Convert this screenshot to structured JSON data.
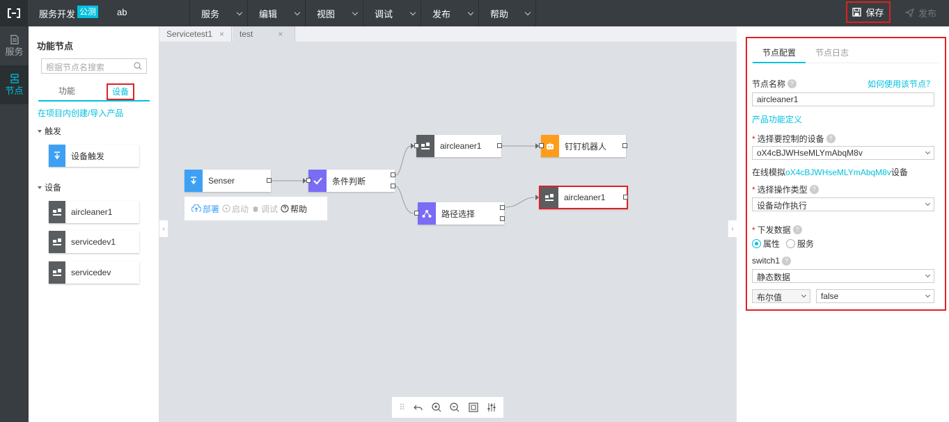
{
  "topbar": {
    "app_name": "服务开发",
    "badge": "公测",
    "project": "ab",
    "menus": [
      "服务",
      "编辑",
      "视图",
      "调试",
      "发布",
      "帮助"
    ],
    "save": "保存",
    "publish": "发布"
  },
  "sidenav": [
    {
      "label": "服务",
      "icon": "document-icon"
    },
    {
      "label": "节点",
      "icon": "node-icon"
    }
  ],
  "panel": {
    "title": "功能节点",
    "search_placeholder": "根据节点名搜索",
    "tabs": [
      "功能",
      "设备"
    ],
    "create_link": "在项目内创建/导入产品",
    "groups": [
      {
        "label": "触发",
        "items": [
          "设备触发"
        ]
      },
      {
        "label": "设备",
        "items": [
          "aircleaner1",
          "servicedev1",
          "servicedev"
        ]
      }
    ]
  },
  "editor": {
    "tabs": [
      "Servicetest1",
      "test"
    ],
    "close": "×",
    "nodes": {
      "senser": "Senser",
      "condition": "条件判断",
      "aircleaner_top": "aircleaner1",
      "dingbot": "钉钉机器人",
      "route": "路径选择",
      "aircleaner_sel": "aircleaner1"
    },
    "actions": [
      "部署",
      "启动",
      "调试",
      "帮助"
    ]
  },
  "config": {
    "tabs": [
      "节点配置",
      "节点日志"
    ],
    "node_name_label": "节点名称",
    "how_to_link": "如何使用该节点？",
    "node_name_value": "aircleaner1",
    "product_def_link": "产品功能定义",
    "device_label": "选择要控制的设备",
    "device_value": "oX4cBJWHseMLYmAbqM8v",
    "sim_prefix": "在线模拟",
    "sim_device": "oX4cBJWHseMLYmAbqM8v",
    "sim_suffix": "设备",
    "op_label": "选择操作类型",
    "op_value": "设备动作执行",
    "data_label": "下发数据",
    "radio_attr": "属性",
    "radio_service": "服务",
    "field_label": "switch1",
    "data_source": "静态数据",
    "type_value": "布尔值",
    "bool_value": "false",
    "help_mark": "?"
  },
  "colors": {
    "accent": "#00c1de",
    "highlight": "#e02020",
    "topbar": "#373d41",
    "node_blue": "#3ea0f5",
    "node_purple": "#7b6cf6",
    "node_gray": "#5a5e61",
    "node_orange": "#ff9d1a"
  }
}
